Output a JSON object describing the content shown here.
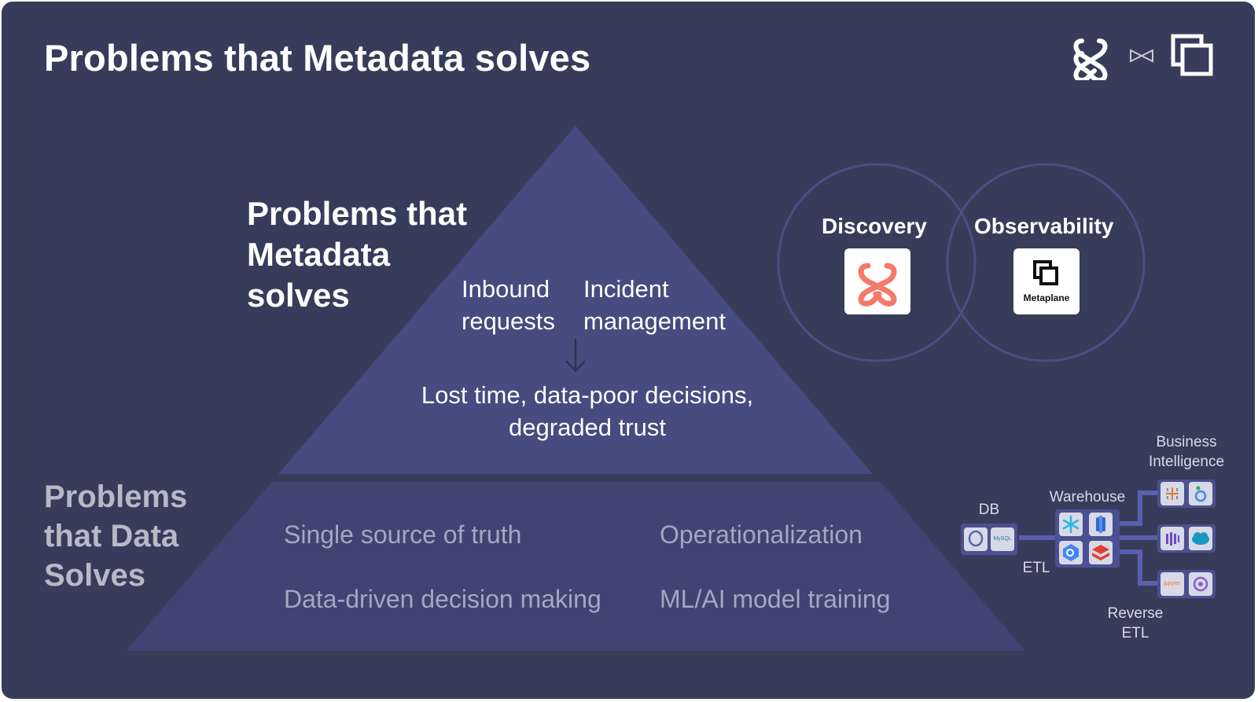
{
  "slide": {
    "title": "Problems that Metadata solves",
    "metadata_heading": "Problems that Metadata solves",
    "data_heading": "Problems that Data Solves"
  },
  "top_pyramid": {
    "item_left": "Inbound requests",
    "item_right": "Incident management",
    "outcome": "Lost time, data-poor decisions, degraded trust"
  },
  "bottom_pyramid": {
    "items": [
      "Single source of truth",
      "Operationalization",
      "Data-driven decision making",
      "ML/AI model training"
    ]
  },
  "venn": {
    "left_label": "Discovery",
    "right_label": "Observability",
    "right_logo_text": "Metaplane"
  },
  "stack": {
    "db": "DB",
    "etl": "ETL",
    "warehouse": "Warehouse",
    "bi": "Business Intelligence",
    "reverse_etl": "Reverse ETL",
    "db_tile_text": "MySQL",
    "jupyter_text": "jupyter"
  },
  "colors": {
    "background": "#373c5a",
    "pyramid_top": "#464b80",
    "pyramid_bottom": "#3f4472",
    "accent_logo": "#f47a6a",
    "connector": "#5a5fb0"
  },
  "icons": [
    "select-star-icon",
    "bowtie-icon",
    "metaplane-icon",
    "arrow-down-icon"
  ]
}
